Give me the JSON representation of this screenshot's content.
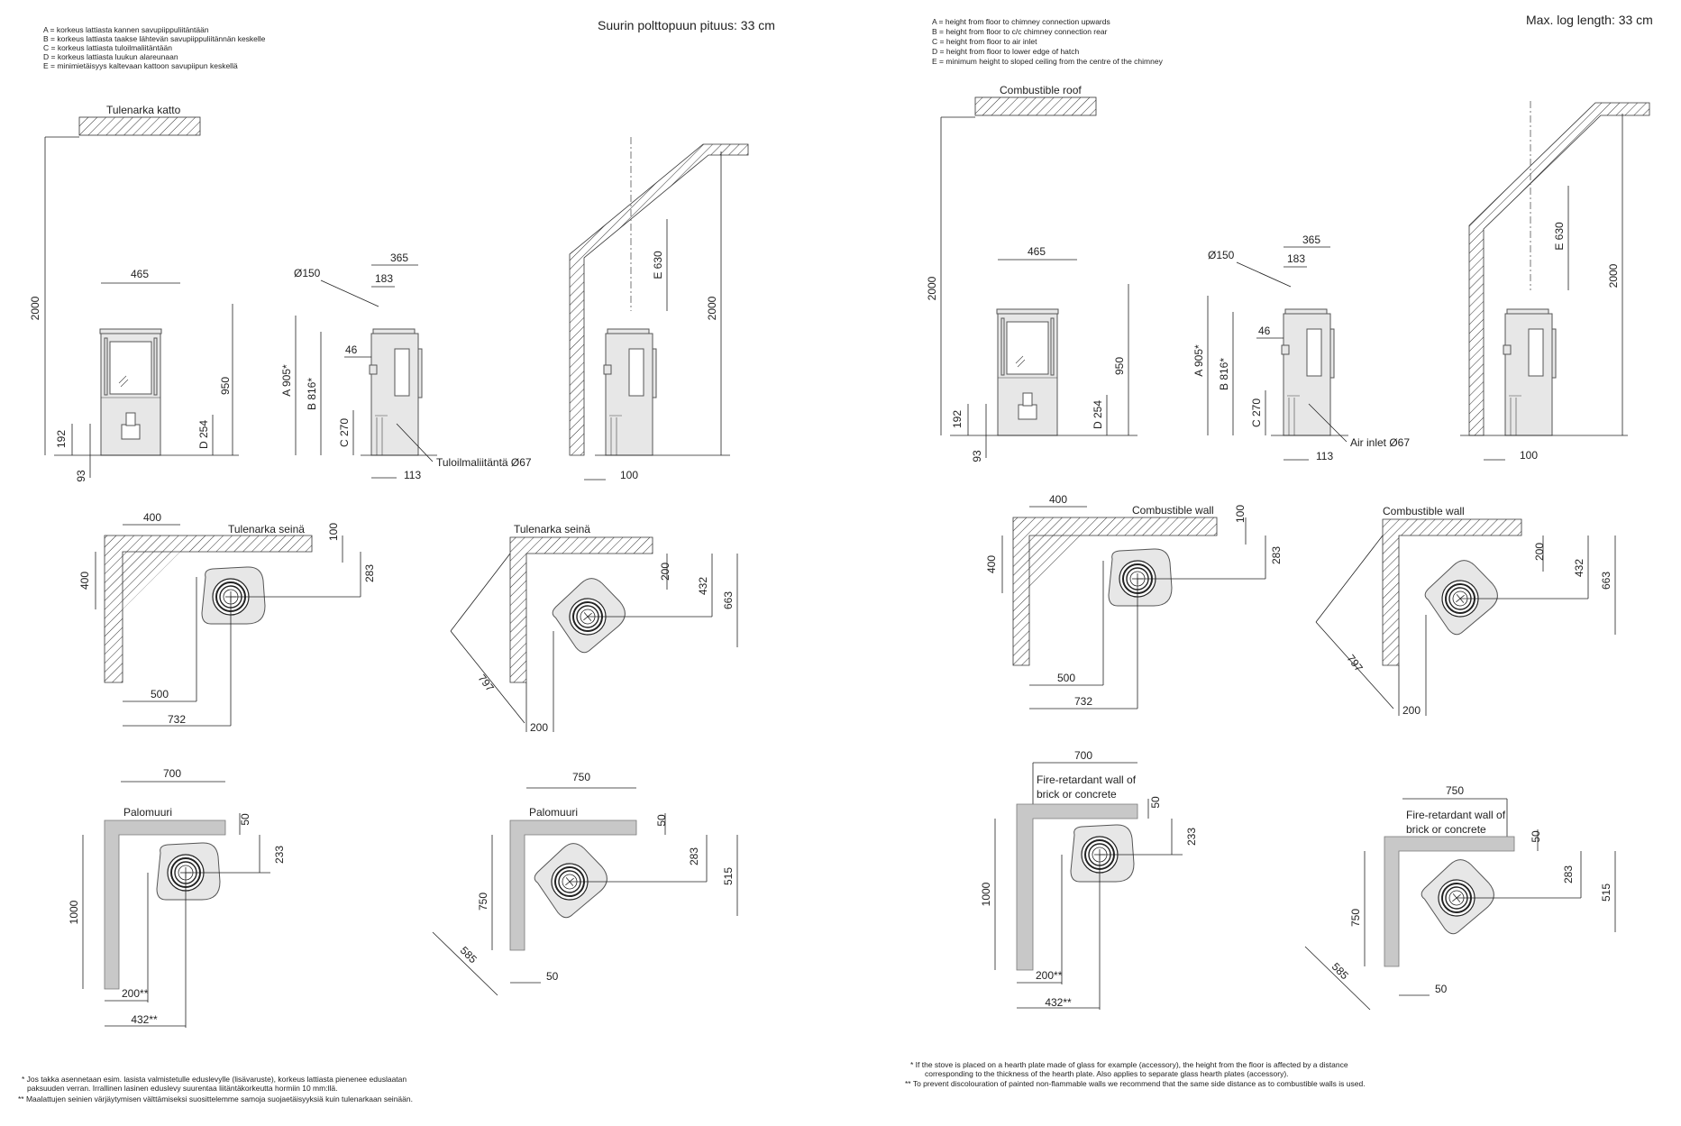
{
  "left": {
    "notes": [
      "A = korkeus lattiasta kannen savupiippuliitäntään",
      "B = korkeus lattiasta taakse lähtevän savupiippuliitännän keskelle",
      "C = korkeus lattiasta tuloilmaliitäntään",
      "D = korkeus lattiasta luukun alareunaan",
      "E = minimietäisyys kaltevaan kattoon savupiipun keskellä"
    ],
    "log_length": "Suurin polttopuun pituus: 33 cm",
    "roof_label": "Tulenarka katto",
    "air_inlet": "Tuloilmaliitäntä Ø67",
    "wall_label": "Tulenarka seinä",
    "firewall_label": "Palomuuri",
    "footnotes": [
      "* Jos takka asennetaan esim. lasista valmistetulle eduslevylle (lisävaruste), korkeus lattiasta pienenee eduslaatan",
      "paksuuden verran. Irrallinen lasinen eduslevy suurentaa liitäntäkorkeutta hormiin 10 mm:llä.",
      "** Maalattujen seinien värjäytymisen välttämiseksi suosittelemme samoja suojaetäisyyksiä kuin tulenarkaan seinään."
    ]
  },
  "right": {
    "notes": [
      "A = height from floor to chimney connection upwards",
      "B = height from floor to c/c chimney connection rear",
      "C = height from floor to air inlet",
      "D = height from floor to lower edge of hatch",
      "E = minimum height to sloped ceiling from the centre of the chimney"
    ],
    "log_length": "Max. log length: 33 cm",
    "roof_label": "Combustible roof",
    "air_inlet": "Air inlet Ø67",
    "wall_label": "Combustible wall",
    "firewall_label_1": "Fire-retardant wall of",
    "firewall_label_2": "brick or concrete",
    "footnotes": [
      "*  If the stove is placed on a hearth plate made of glass for example (accessory), the height from the floor is affected by a distance",
      "corresponding to the thickness of the hearth plate. Also applies to separate glass hearth plates (accessory).",
      "**  To prevent discolouration of painted non-flammable walls we recommend that the same side distance as to combustible walls is used."
    ]
  },
  "dims": {
    "w465": "465",
    "w365": "365",
    "w183": "183",
    "phi150": "Ø150",
    "w46": "46",
    "h2000": "2000",
    "h950": "950",
    "h192": "192",
    "h93": "93",
    "d254": "D 254",
    "a905": "A 905*",
    "b816": "B 816*",
    "c270": "C 270",
    "w113": "113",
    "e630": "E 630",
    "w100": "100",
    "p400": "400",
    "p100": "100",
    "p283": "283",
    "p500": "500",
    "p732": "732",
    "p200": "200",
    "p432": "432",
    "p663": "663",
    "p797": "797",
    "f700": "700",
    "f50": "50",
    "f233": "233",
    "f1000": "1000",
    "f200s": "200**",
    "f432s": "432**",
    "f750": "750",
    "f283": "283",
    "f515": "515",
    "f585": "585",
    "f750v": "750",
    "f50b": "50"
  },
  "colors": {
    "line": "#222222",
    "stove": "#e7e7e7",
    "firewall": "#c8c8c8"
  }
}
